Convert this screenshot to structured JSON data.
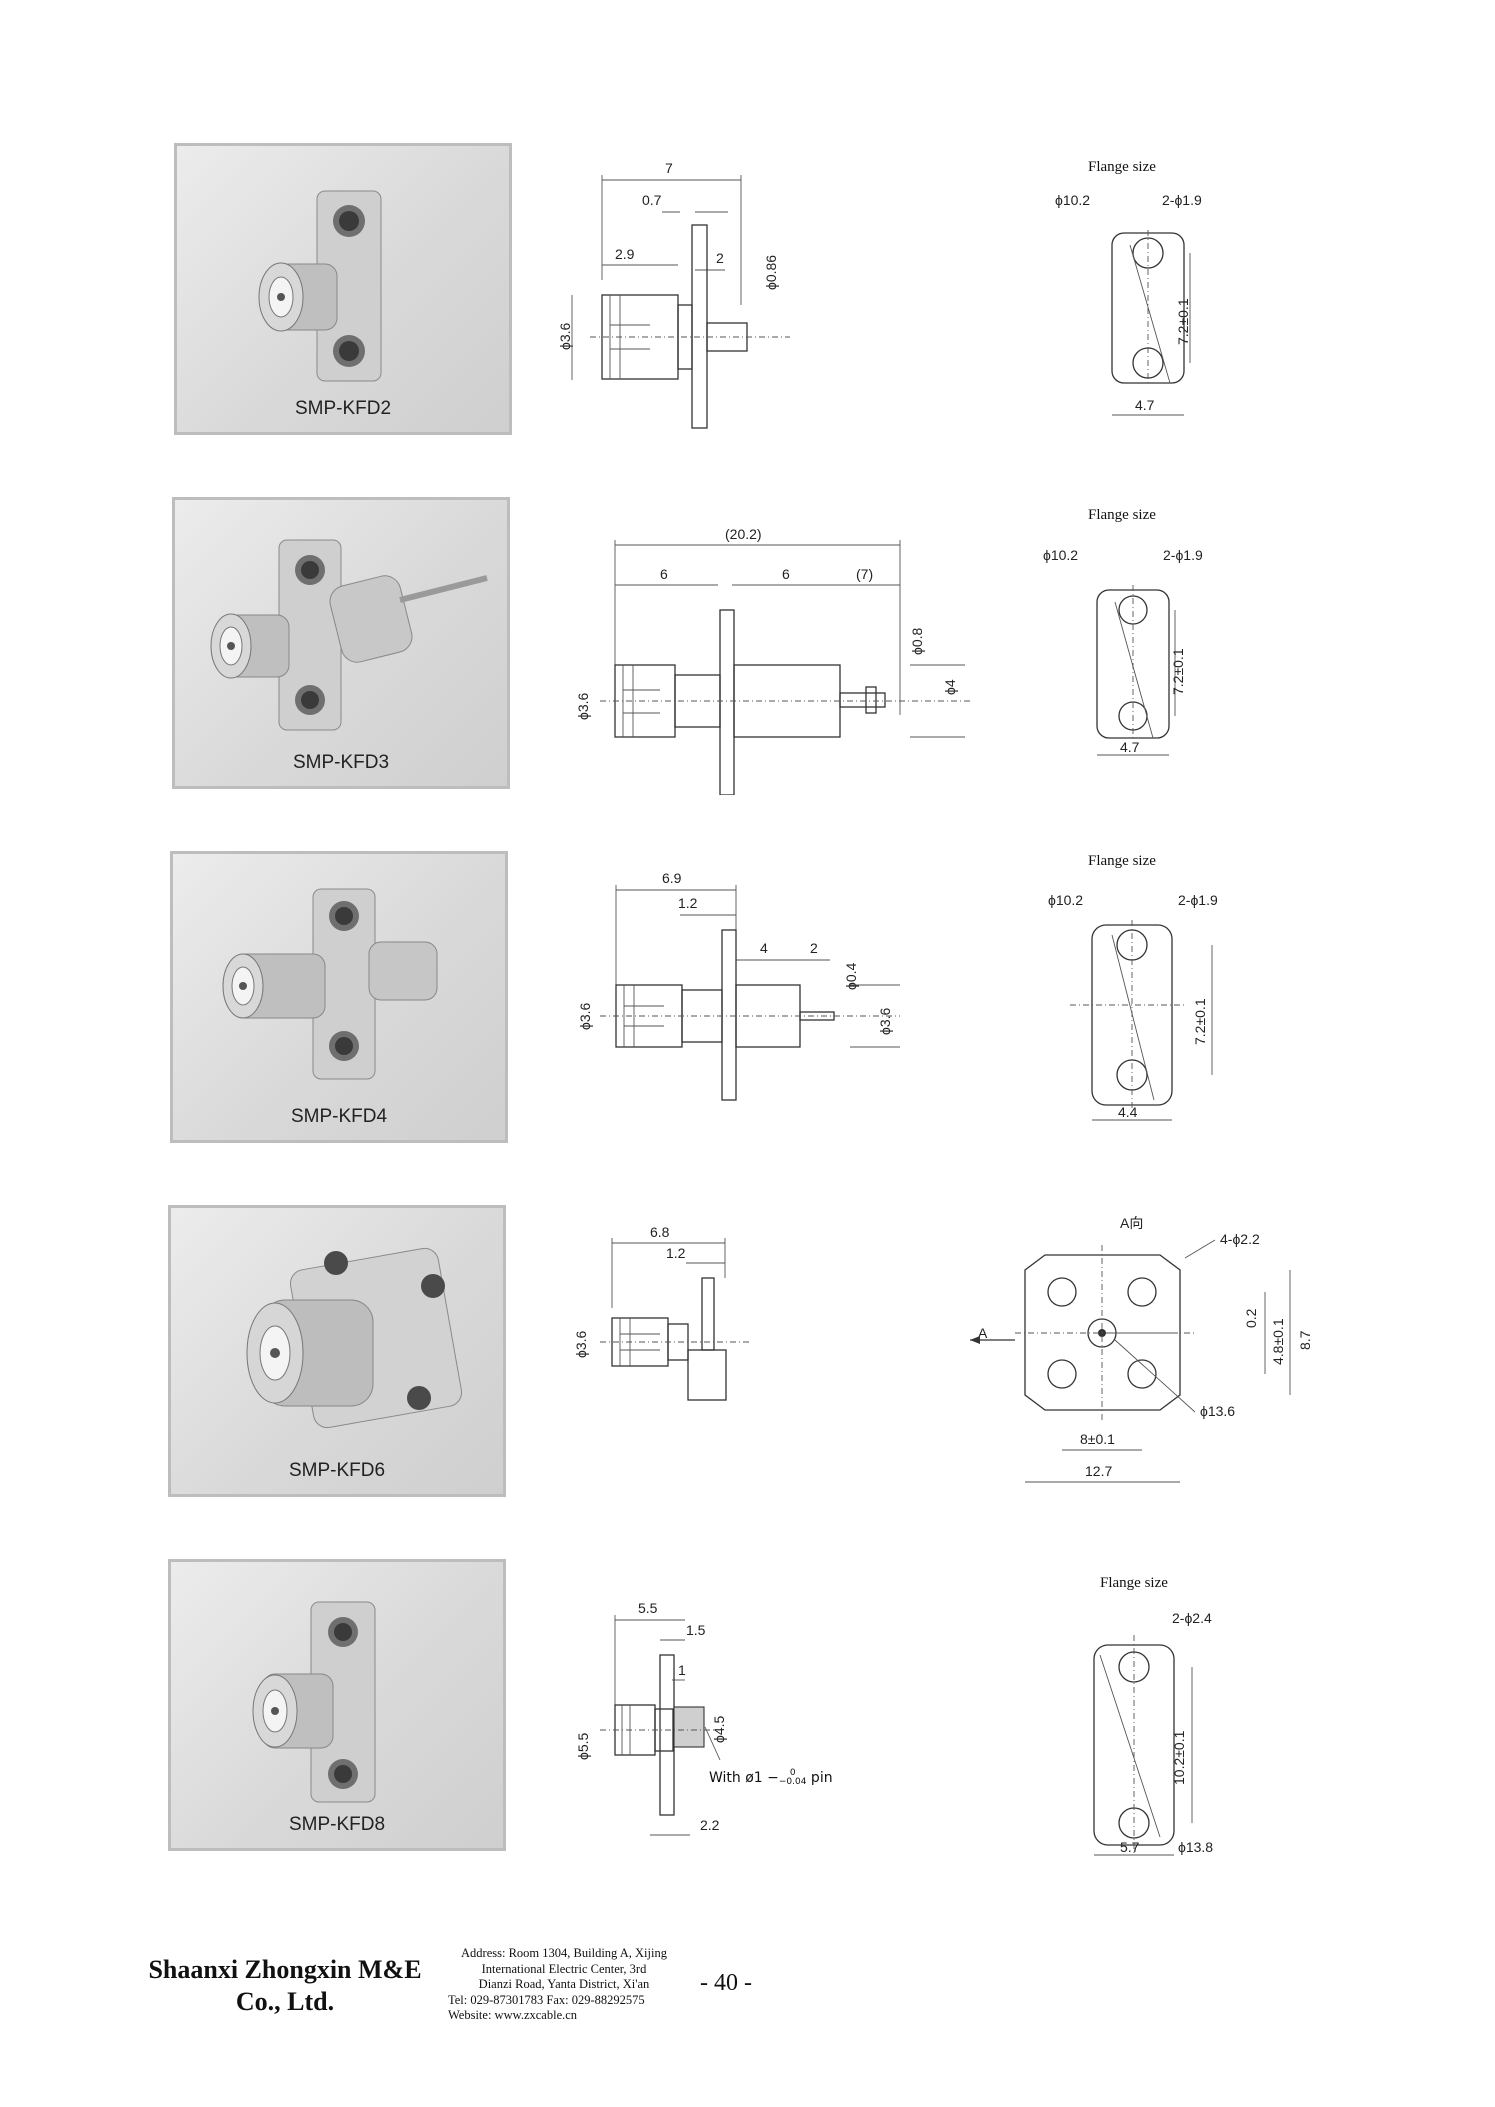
{
  "products": [
    {
      "label": "SMP-KFD2"
    },
    {
      "label": "SMP-KFD3"
    },
    {
      "label": "SMP-KFD4"
    },
    {
      "label": "SMP-KFD6"
    },
    {
      "label": "SMP-KFD8"
    }
  ],
  "flange_title": "Flange size",
  "kfd2": {
    "d1": "7",
    "d2": "0.7",
    "d3": "2.9",
    "d4": "2",
    "d5": "ϕ0.86",
    "d6": "ϕ3.6",
    "f1": "ϕ10.2",
    "f2": "2-ϕ1.9",
    "f3": "7.2±0.1",
    "f4": "4.7"
  },
  "kfd3": {
    "d1": "(20.2)",
    "d2": "6",
    "d3": "6",
    "d4": "(7)",
    "d5": "ϕ0.8",
    "d6": "ϕ3.6",
    "d7": "ϕ4",
    "f1": "ϕ10.2",
    "f2": "2-ϕ1.9",
    "f3": "7.2±0.1",
    "f4": "4.7"
  },
  "kfd4": {
    "d1": "6.9",
    "d2": "1.2",
    "d3": "4",
    "d4": "2",
    "d5": "ϕ0.4",
    "d6": "ϕ3.6",
    "d7": "ϕ3.6",
    "f1": "ϕ10.2",
    "f2": "2-ϕ1.9",
    "f3": "7.2±0.1",
    "f4": "4.4"
  },
  "kfd6": {
    "d1": "6.8",
    "d2": "1.2",
    "d3": "ϕ3.6",
    "f0": "A向",
    "fA": "A",
    "f1": "4-ϕ2.2",
    "f2": "0.2",
    "f3": "4.8±0.1",
    "f4": "8.7",
    "f5": "ϕ13.6",
    "f6": "8±0.1",
    "f7": "12.7"
  },
  "kfd8": {
    "d1": "5.5",
    "d2": "1.5",
    "d3": "1",
    "d4": "ϕ5.5",
    "d5": "ϕ4.5",
    "d6": "2.2",
    "note_prefix": "With ø1 −",
    "note_sup": "0",
    "note_sub": "−0.04",
    "note_suffix": " pin",
    "f1": "2-ϕ2.4",
    "f2": "10.2±0.1",
    "f3": "5.7",
    "f4": "ϕ13.8"
  },
  "footer": {
    "company_line1": "Shaanxi Zhongxin M&E",
    "company_line2": "Co., Ltd.",
    "addr1": "Address: Room 1304, Building A, Xijing",
    "addr2": "International Electric Center, 3rd",
    "addr3": "Dianzi Road, Yanta District, Xi'an",
    "addr4": "Tel: 029-87301783    Fax: 029-88292575",
    "addr5": "Website: www.zxcable.cn",
    "page": "- 40 -"
  }
}
